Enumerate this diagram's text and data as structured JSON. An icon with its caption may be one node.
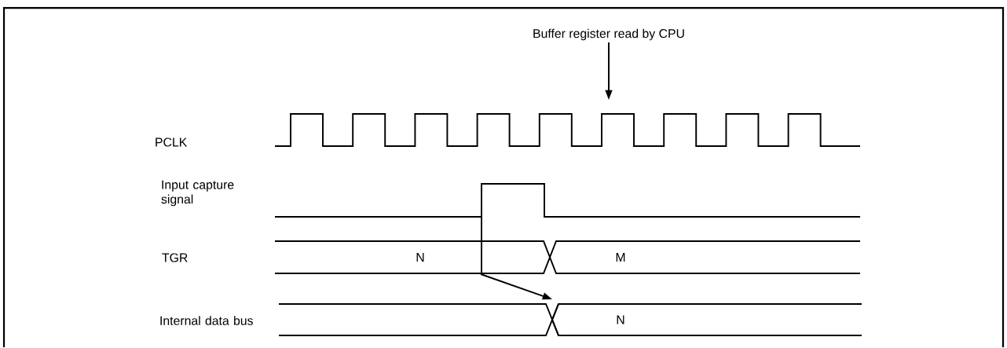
{
  "diagram": {
    "nodes": [
      {
        "text": [
          "Buffer register read by CPU"
        ]
      },
      {
        "text": [
          "N"
        ]
      },
      {
        "text": [
          "M"
        ]
      },
      {
        "text": [
          "N"
        ]
      }
    ],
    "edges": [
      {
        "from": 0,
        "to": null,
        "arrow": "to"
      },
      {
        "from": 1,
        "to": 3,
        "arrow": "to"
      }
    ],
    "labels": [
      "PCLK",
      "Input capture signal",
      "TGR",
      "Internal data bus"
    ]
  }
}
